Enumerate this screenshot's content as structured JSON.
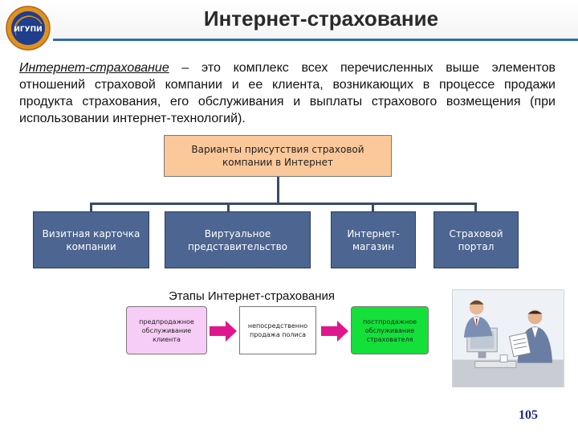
{
  "header": {
    "title": "Интернет-страхование",
    "logo_text": "ИГУПИ"
  },
  "intro": {
    "term": "Интернет-страхование",
    "definition": " – это комплекс всех перечисленных выше элементов отношений страховой компании и ее клиента, возникающих в процессе продажи продукта страхования, его обслуживания и выплаты страхового возмещения (при использовании интернет-технологий)."
  },
  "diagram": {
    "root_label": "Варианты присутствия страховой компании в Интернет",
    "variants": [
      {
        "label": "Визитная карточка компании"
      },
      {
        "label": "Виртуальное представительство"
      },
      {
        "label": "Интернет-магазин"
      },
      {
        "label": "Страховой портал"
      }
    ]
  },
  "stages": {
    "title": "Этапы Интернет-страхования",
    "items": [
      {
        "label": "предпродажное обслуживание клиента"
      },
      {
        "label": "непосредственно продажа полиса"
      },
      {
        "label": "постпродажное обслуживание страхователя"
      }
    ]
  },
  "colors": {
    "root_box": "#fbc89a",
    "variant_box": "#4c6591",
    "stage_1": "#f6cdf6",
    "stage_2": "#ffffff",
    "stage_3": "#14e03a",
    "arrow": "#e0168e",
    "accent_rule": "#2e6ea8"
  },
  "footer": {
    "slide_number": "105"
  }
}
